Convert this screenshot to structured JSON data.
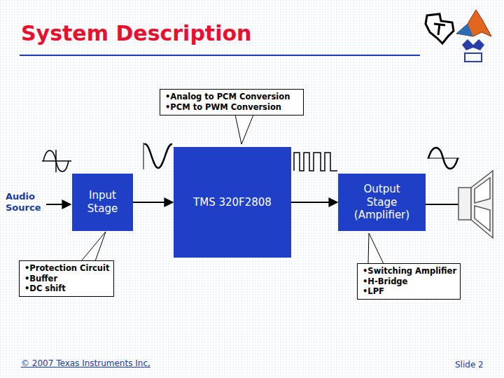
{
  "diagram": {
    "title": "System Description",
    "nodes": [
      {
        "text": [
          "•Analog to PCM Conversion",
          "•PCM to PWM Conversion"
        ]
      },
      {
        "text": [
          "Input Stage"
        ]
      },
      {
        "text": [
          "TMS 320F2808"
        ]
      },
      {
        "text": [
          "Output Stage (Amplifier)"
        ]
      },
      {
        "text": [
          "•Protection Circuit",
          "•Buffer",
          "•DC shift"
        ]
      },
      {
        "text": [
          "•Switching Amplifier",
          "•H-Bridge",
          "•LPF"
        ]
      }
    ],
    "edges": [
      {
        "from": 1,
        "to": 2,
        "arrow": "to"
      },
      {
        "from": 2,
        "to": 3,
        "arrow": "to"
      }
    ],
    "labels": [
      "Audio Source",
      "© 2007 Texas Instruments Inc,",
      "Slide 2"
    ]
  }
}
